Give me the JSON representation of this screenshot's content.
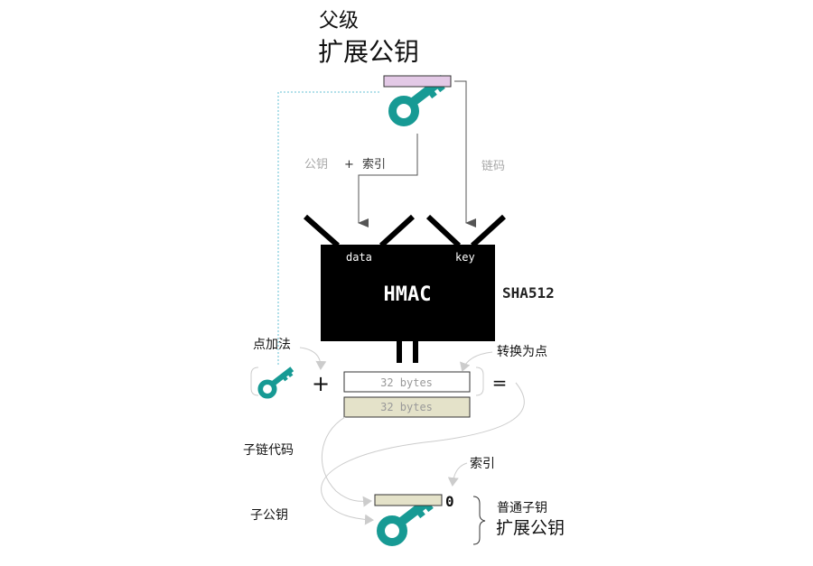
{
  "parent": {
    "line1": "父级",
    "line2": "扩展公钥"
  },
  "labels": {
    "pubkey": "公钥",
    "plus_small": "+",
    "index": "索引",
    "chaincode": "链码",
    "point_add": "点加法",
    "to_point": "转换为点",
    "child_chaincode": "子链代码",
    "child_pubkey": "子公钥",
    "child_index": "索引",
    "child_index_value": "0",
    "normal_child": "普通子钥",
    "child_ext_pubkey": "扩展公钥"
  },
  "hmac": {
    "title": "HMAC",
    "data_label": "data",
    "key_label": "key",
    "hash_name": "SHA512"
  },
  "outputs": {
    "left_bytes": "32 bytes",
    "right_bytes": "32 bytes"
  },
  "operators": {
    "plus": "+",
    "equals": "="
  },
  "colors": {
    "key_teal": "#179a94",
    "parent_bar": "#e3c9e6",
    "child_bar": "#e4e2c9",
    "dotted_line": "#66c0d6",
    "arrow_dark": "#555555",
    "arrow_light": "#cccccc",
    "label_gray": "#a8a8a8"
  }
}
